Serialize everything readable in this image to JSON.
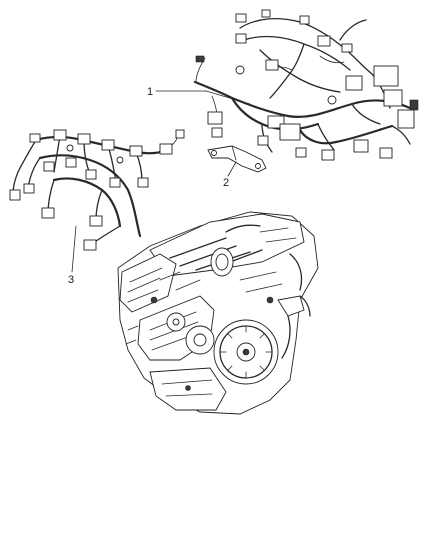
{
  "diagram": {
    "callouts": [
      {
        "id": "1",
        "label": "1",
        "part": "engine-compartment-harness"
      },
      {
        "id": "2",
        "label": "2",
        "part": "harness-bracket"
      },
      {
        "id": "3",
        "label": "3",
        "part": "engine-wiring-harness"
      }
    ]
  }
}
